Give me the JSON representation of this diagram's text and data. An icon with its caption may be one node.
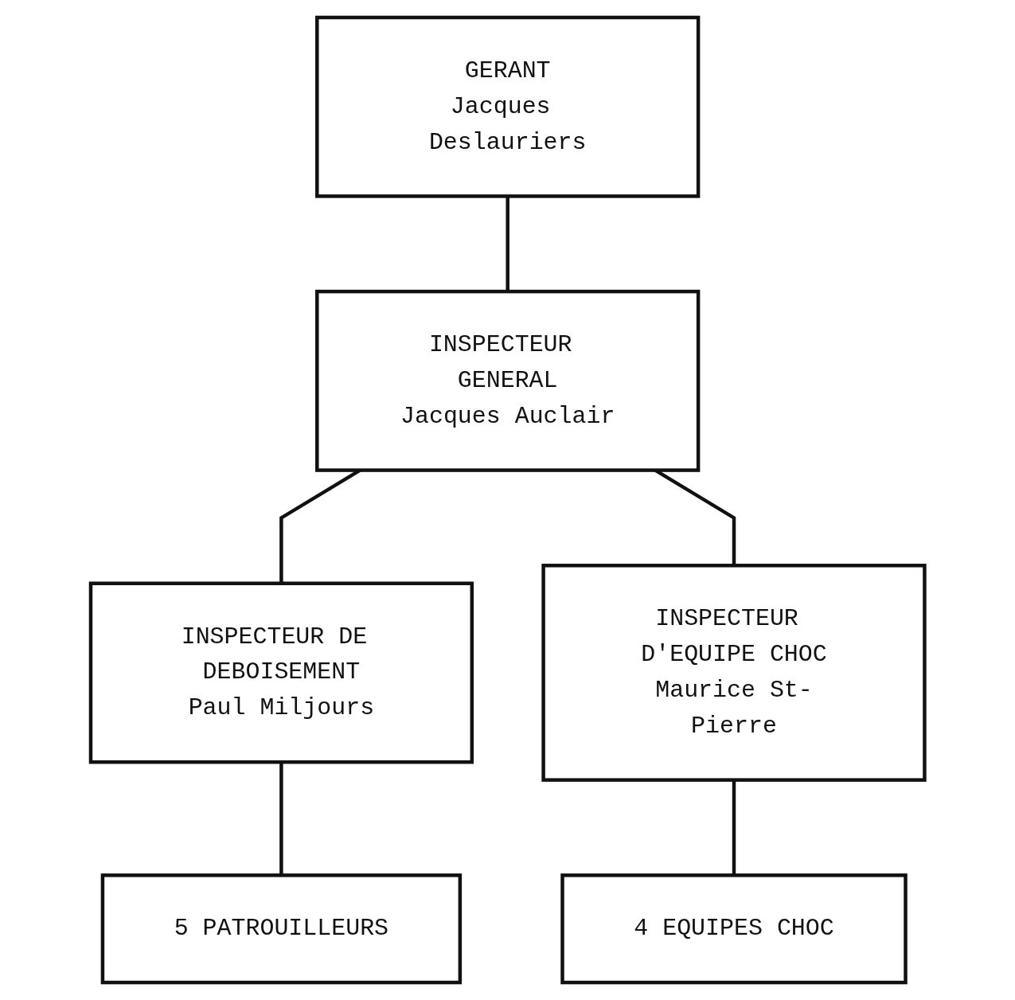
{
  "diagram": {
    "nodes": [
      {
        "text": [
          "GERANT",
          "Jacques Deslauriers"
        ]
      },
      {
        "text": [
          "INSPECTEUR GENERAL",
          "Jacques Auclair"
        ]
      },
      {
        "text": [
          "INSPECTEUR DE DEBOISEMENT",
          "Paul Miljours"
        ]
      },
      {
        "text": [
          "INSPECTEUR D'EQUIPE CHOC",
          "Maurice St-Pierre"
        ]
      },
      {
        "text": [
          "5 PATROUILLEURS"
        ]
      },
      {
        "text": [
          "4 EQUIPES CHOC"
        ]
      }
    ],
    "edges": [
      {
        "from": 0,
        "to": 1,
        "arrow": "none"
      },
      {
        "from": 1,
        "to": 2,
        "arrow": "none"
      },
      {
        "from": 1,
        "to": 3,
        "arrow": "none"
      },
      {
        "from": 2,
        "to": 4,
        "arrow": "none"
      },
      {
        "from": 3,
        "to": 5,
        "arrow": "none"
      }
    ]
  }
}
